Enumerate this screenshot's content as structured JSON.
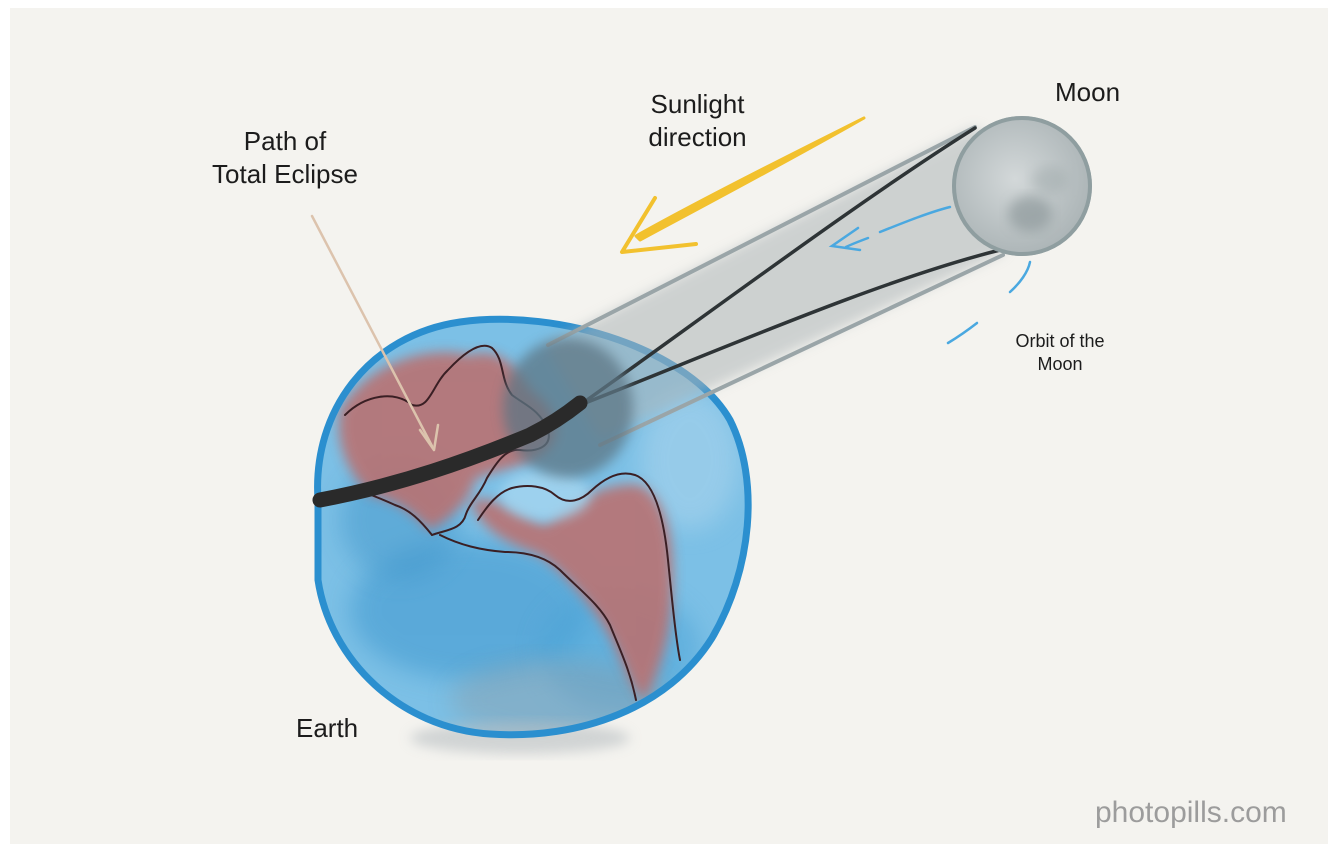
{
  "labels": {
    "path_line1": "Path of",
    "path_line2": "Total Eclipse",
    "sunlight_line1": "Sunlight",
    "sunlight_line2": "direction",
    "moon": "Moon",
    "orbit_line1": "Orbit of the",
    "orbit_line2": "Moon",
    "earth": "Earth"
  },
  "watermark": "photopills.com",
  "colors": {
    "background": "#f4f3ef",
    "ocean": "#5fb0de",
    "earth_outline": "#2b8fcf",
    "land": "#b46f6f",
    "coastline": "#3a1f24",
    "moon_fill": "#b9c0c2",
    "moon_outline": "#8f9ea0",
    "shadow_cone": "#9aa5a8",
    "eclipse_path": "#2a2a2a",
    "sunlight_arrow": "#f2c12e",
    "orbit_dash": "#4aa8e0",
    "pointer_arrow": "#dcc3ad"
  }
}
